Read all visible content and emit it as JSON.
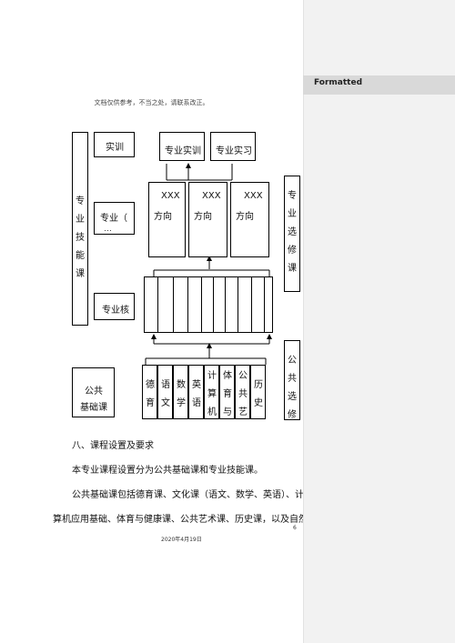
{
  "header": {
    "note": "文档仅供参考，不当之处，请联系改正。"
  },
  "diagram": {
    "left_label": [
      "专",
      "业",
      "技",
      "能",
      "课"
    ],
    "shixun": "实训",
    "zhuanye_paren": "专业（",
    "ellipsis": "．．．",
    "zhuanyehe": "专业核",
    "gonggong_1": "公共",
    "gonggong_2": "基础课",
    "top_boxes": [
      "专业实训",
      "专业实习"
    ],
    "directions": [
      {
        "code": "XXX",
        "name": "方向"
      },
      {
        "code": "XXX",
        "name": "方向"
      },
      {
        "code": "XXX",
        "name": "方向"
      }
    ],
    "right_label": [
      "专",
      "业",
      "选",
      "修",
      "课"
    ],
    "right_bottom_label": [
      "公",
      "共",
      "选",
      "修"
    ],
    "courses": [
      [
        "德",
        "育"
      ],
      [
        "语",
        "文"
      ],
      [
        "数",
        "学"
      ],
      [
        "英",
        "语"
      ],
      [
        "计",
        "算",
        "机"
      ],
      [
        "体",
        "育",
        "与"
      ],
      [
        "公",
        "共",
        "艺"
      ],
      [
        "历",
        "史"
      ]
    ]
  },
  "section": {
    "title": "八、课程设置及要求"
  },
  "paragraphs": [
    "本专业课程设置分为公共基础课和专业技能课。",
    "公共基础课包括德育课、文化课（语文、数学、英语）、计",
    "算机应用基础、体育与健康课、公共艺术课、历史课，以及自然"
  ],
  "footer": {
    "date": "2020年4月19日",
    "page_number": "6"
  },
  "sidebar": {
    "comment_label": "Formatted"
  }
}
